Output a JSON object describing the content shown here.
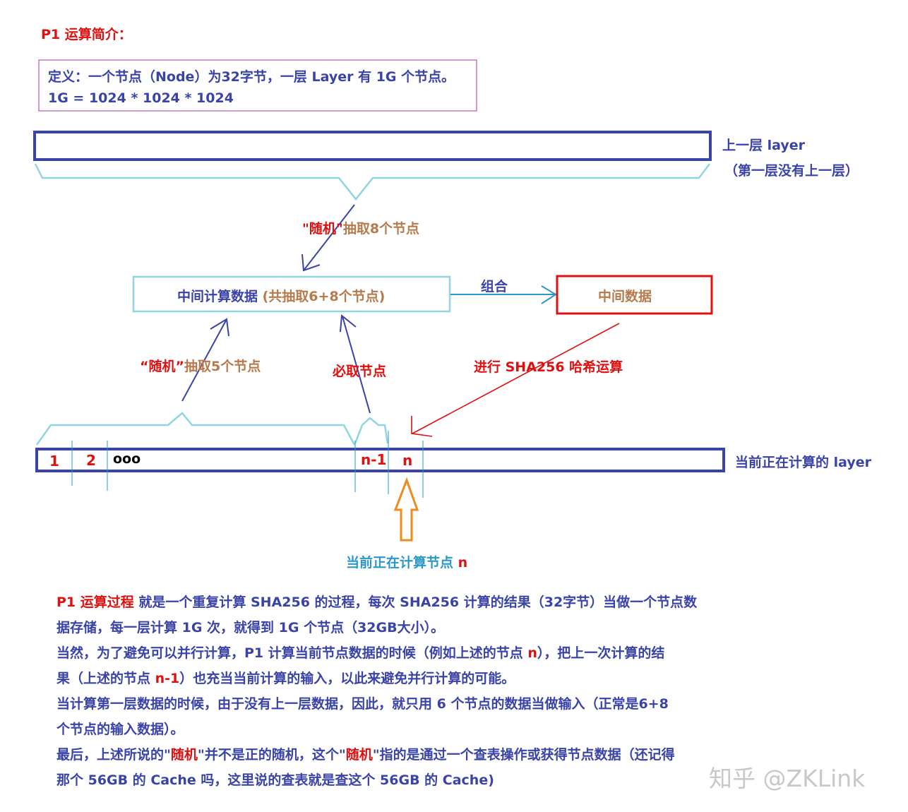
{
  "title": "P1 运算简介：",
  "definition": {
    "line1": "定义：一个节点（Node）为32字节，一层 Layer 有 1G 个节点。",
    "line2": "1G = 1024 * 1024 * 1024"
  },
  "upper_layer": {
    "label": "上一层 layer",
    "note": "（第一层没有上一层）"
  },
  "random_pick_8": {
    "random_word": "\"随机\"",
    "rest": "抽取8个节点"
  },
  "intermediate_calc": {
    "label_a": "中间计算数据 ",
    "label_b": "(共抽取6+8个节点)"
  },
  "combine_label": "组合",
  "intermediate_data": "中间数据",
  "random_pick_5": {
    "random_word": "“随机”",
    "rest": "抽取5个节点"
  },
  "required_node": "必取节点",
  "sha_label": "进行 SHA256 哈希运算",
  "current_layer": {
    "label": "当前正在计算的 layer",
    "cells": [
      "1",
      "2",
      "ooo",
      "n-1",
      "n"
    ]
  },
  "current_node": {
    "label": "当前正在计算节点 ",
    "n": "n"
  },
  "paragraph": {
    "l1_red": "P1 运算过程",
    "l1_rest": " 就是一个重复计算 SHA256 的过程，每次 SHA256 计算的结果（32字节）当做一个节点数",
    "l2": "据存储，每一层计算 1G 次，就得到 1G 个节点（32GB大小）。",
    "l3_a": "当然，为了避免可以并行计算，P1 计算当前节点数据的时候（例如上述的节点 ",
    "l3_n": "n",
    "l3_b": "），把上一次计算的结",
    "l4_a": "果（上述的节点 ",
    "l4_n": "n-1",
    "l4_b": "）也充当当前计算的输入，以此来避免并行计算的可能。",
    "l5": "当计算第一层数据的时候，由于没有上一层数据，因此，就只用 6 个节点的数据当做输入（正常是6+8",
    "l6": "个节点的输入数据）。",
    "l7_a": "最后，上述所说的\"",
    "l7_r1": "随机",
    "l7_b": "\"并不是正的随机，这个\"",
    "l7_r2": "随机",
    "l7_c": "\"指的是通过一个查表操作或获得节点数据（还记得",
    "l8": "那个 56GB 的 Cache 吗，这里说的查表就是查这个 56GB 的 Cache)"
  },
  "watermark": "知乎 @ZKLink",
  "colors": {
    "navy": "#3a43a8",
    "red": "#e01010",
    "tan": "#b77a4c",
    "teal": "#2a98c8",
    "light_teal": "#8fd6e0",
    "orange": "#f08a1c",
    "purple_border": "#b05ab0"
  }
}
